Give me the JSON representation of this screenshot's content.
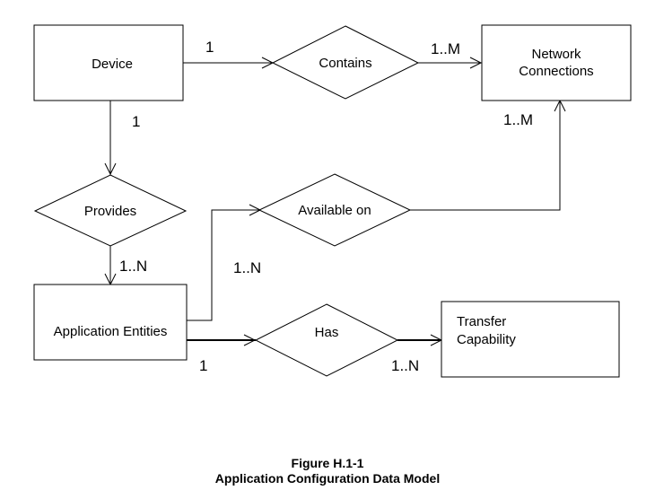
{
  "entities": {
    "device": "Device",
    "network_line1": "Network",
    "network_line2": "Connections",
    "app_entities": "Application Entities",
    "transfer_line1": "Transfer",
    "transfer_line2": "Capability"
  },
  "relationships": {
    "contains": "Contains",
    "provides": "Provides",
    "available_on": "Available on",
    "has": "Has"
  },
  "cardinalities": {
    "device_contains": "1",
    "contains_network": "1..M",
    "device_provides": "1",
    "provides_app": "1..N",
    "available_app": "1..N",
    "available_network": "1..M",
    "app_has": "1",
    "has_transfer": "1..N"
  },
  "caption": {
    "line1": "Figure H.1-1",
    "line2": "Application Configuration Data Model"
  }
}
